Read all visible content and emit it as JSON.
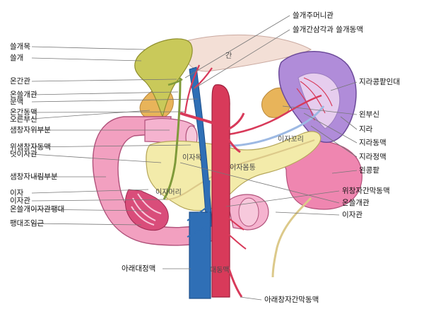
{
  "labels": {
    "left": [
      "쓸개목",
      "쓸개",
      "온간관",
      "온쓸개관",
      "문맥",
      "온간동맥",
      "오른부신",
      "샘창자위부분",
      "위샘창자동맥",
      "덧이자관",
      "샘창자내림부분",
      "이자",
      "이자관",
      "온쓸개이자관팽대",
      "팽대조임근"
    ],
    "top": [
      "쓸개주머니관",
      "쓸개간삼각과 쓸개동맥"
    ],
    "right": [
      "지라콩팥인대",
      "왼부신",
      "지라",
      "지라동맥",
      "지라정맥",
      "왼콩팥",
      "위창자간막동맥",
      "온쓸개관",
      "이자관"
    ],
    "bottom": [
      "아래대정맥",
      "아래창자간막동맥"
    ],
    "inner": [
      "간",
      "이자꼬리",
      "이자목",
      "이자몸통",
      "이자머리",
      "대동맥"
    ]
  },
  "colors": {
    "liver": "#f3dfd6",
    "gallbladder": "#c9c95a",
    "kidney": "#ef86b0",
    "spleen": "#b08cd9",
    "pancreas": "#f3ebaa",
    "duodenum": "#f2a0c0",
    "vein": "#2f6fb6",
    "artery": "#d83a5a",
    "adrenal": "#e8b45a",
    "duct": "#dcc98a"
  }
}
